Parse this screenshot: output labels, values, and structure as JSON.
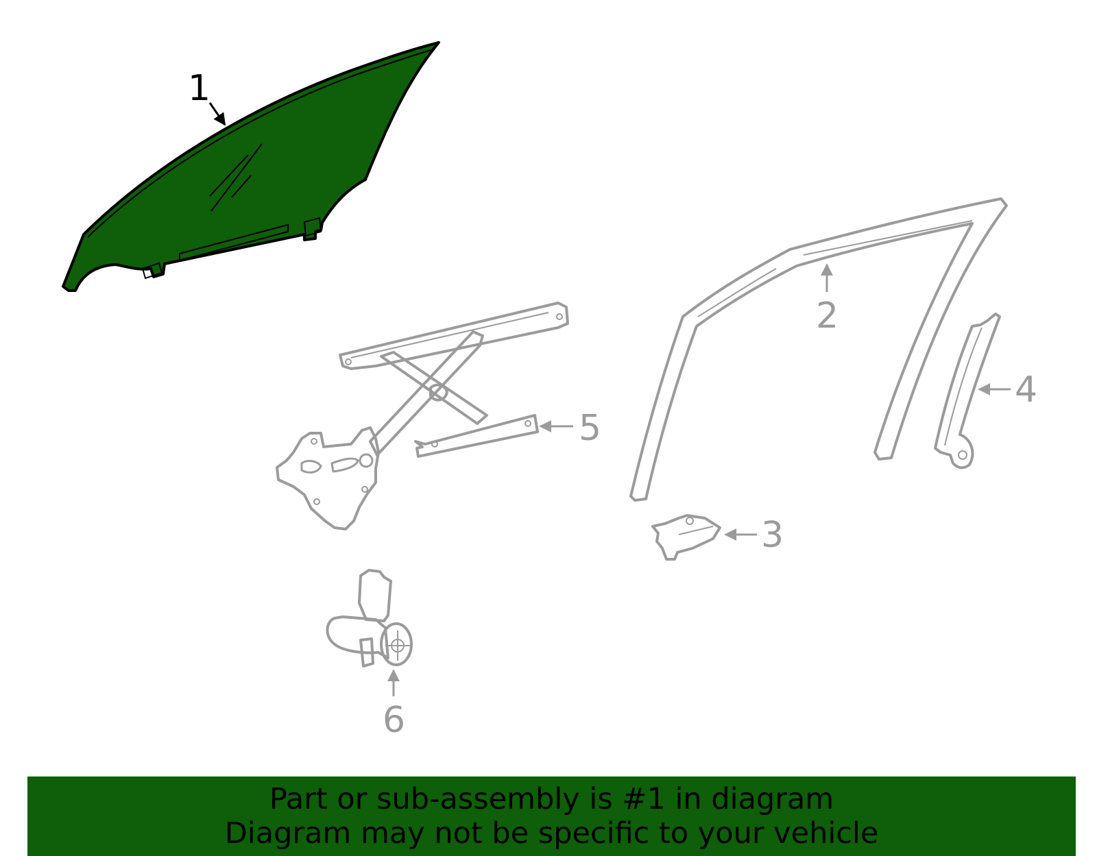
{
  "colors": {
    "highlight": "#0f5e09",
    "part_outline": "#9b9b9b",
    "highlight_outline": "#000000",
    "text_dark": "#000000",
    "text_gray": "#9b9b9b"
  },
  "callouts": {
    "c1": "1",
    "c2": "2",
    "c3": "3",
    "c4": "4",
    "c5": "5",
    "c6": "6"
  },
  "parts": [
    {
      "callout": "1",
      "kind": "door-glass",
      "highlighted": true
    },
    {
      "callout": "2",
      "kind": "run-channel",
      "highlighted": false
    },
    {
      "callout": "3",
      "kind": "bracket",
      "highlighted": false
    },
    {
      "callout": "4",
      "kind": "rear-channel",
      "highlighted": false
    },
    {
      "callout": "5",
      "kind": "window-regulator",
      "highlighted": false
    },
    {
      "callout": "6",
      "kind": "regulator-motor",
      "highlighted": false
    }
  ],
  "banner": {
    "line1": "Part or sub-assembly is #1 in diagram",
    "line2": "Diagram may not be specific to your vehicle"
  }
}
